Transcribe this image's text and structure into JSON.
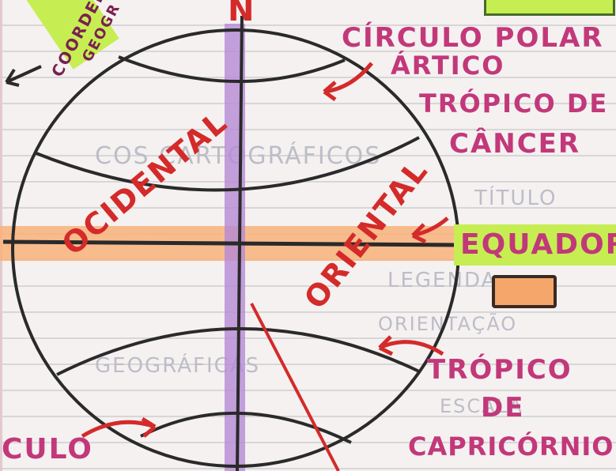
{
  "labels": {
    "north": "N",
    "circulo": "CÍRCULO POLAR",
    "artico": "ÁRTICO",
    "tropico_cancer_1": "TRÓPICO DE",
    "tropico_cancer_2": "CÂNCER",
    "equador": "EQUADOR",
    "tropico_cap_1": "TRÓPICO",
    "tropico_cap_2": "DE",
    "tropico_cap_3": "CAPRICÓRNIO",
    "culo": "CULO",
    "ocidental": "OCIDENTAL",
    "oriental": "ORIENTAL",
    "coord": "COORDEN",
    "geog": "GEOGR"
  },
  "background_text": {
    "cartograficos": "COS CARTOGRÁFICOS",
    "titulo": "TÍTULO",
    "legenda": "LEGENDA",
    "orientacao": "ORIENTAÇÃO",
    "escala": "ESCALA",
    "geograficas": "GEOGRÁFICAS"
  },
  "colors": {
    "pink_ink": "#c2387a",
    "red_ink": "#d42a2a",
    "highlight_green": "#c6ee52",
    "highlight_orange": "#f8b27a",
    "highlight_purple": "#b58ad6",
    "pencil": "#2a2a2a"
  }
}
